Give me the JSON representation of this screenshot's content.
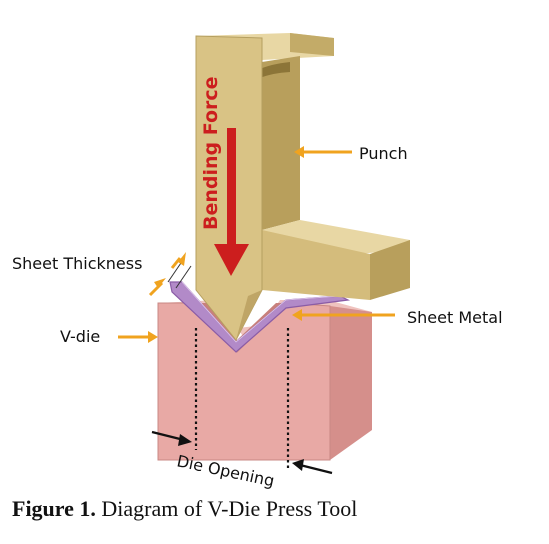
{
  "labels": {
    "bending_force": "Bending Force",
    "punch": "Punch",
    "sheet_thickness": "Sheet Thickness",
    "sheet_metal": "Sheet Metal",
    "v_die": "V-die",
    "die_opening": "Die Opening"
  },
  "caption": {
    "prefix": "Figure 1.",
    "text": " Diagram of V-Die Press Tool"
  },
  "colors": {
    "punch": "#d9c385",
    "die": "#e5a5a1",
    "sheet": "#b28ac8",
    "force_arrow": "#cc1e1e",
    "leader": "#f0a31f"
  }
}
